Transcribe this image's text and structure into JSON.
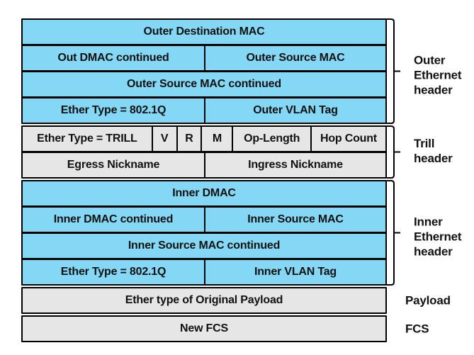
{
  "colors": {
    "ethernet_fill": "#84d7f5",
    "trill_fill": "#e6e6e6",
    "border": "#000000",
    "background": "#ffffff"
  },
  "sections": {
    "outer_ethernet": {
      "label_lines": [
        "Outer",
        "Ethernet",
        "header"
      ],
      "rows": {
        "r1": {
          "c1": "Outer Destination MAC"
        },
        "r2": {
          "c1": "Out DMAC continued",
          "c2": "Outer Source MAC"
        },
        "r3": {
          "c1": "Outer Source MAC continued"
        },
        "r4": {
          "c1": "Ether Type = 802.1Q",
          "c2": "Outer VLAN Tag"
        }
      }
    },
    "trill": {
      "label_lines": [
        "Trill",
        "header"
      ],
      "rows": {
        "r1": {
          "c1": "Ether Type = TRILL",
          "c2": "V",
          "c3": "R",
          "c4": "M",
          "c5": "Op-Length",
          "c6": "Hop Count"
        },
        "r2": {
          "c1": "Egress Nickname",
          "c2": "Ingress Nickname"
        }
      }
    },
    "inner_ethernet": {
      "label_lines": [
        "Inner",
        "Ethernet",
        "header"
      ],
      "rows": {
        "r1": {
          "c1": "Inner DMAC"
        },
        "r2": {
          "c1": "Inner DMAC continued",
          "c2": "Inner Source MAC"
        },
        "r3": {
          "c1": "Inner Source MAC continued"
        },
        "r4": {
          "c1": "Ether Type = 802.1Q",
          "c2": "Inner VLAN Tag"
        }
      }
    },
    "payload": {
      "label": "Payload",
      "rows": {
        "r1": {
          "c1": "Ether type of Original Payload"
        }
      }
    },
    "fcs": {
      "label": "FCS",
      "rows": {
        "r1": {
          "c1": "New FCS"
        }
      }
    }
  }
}
